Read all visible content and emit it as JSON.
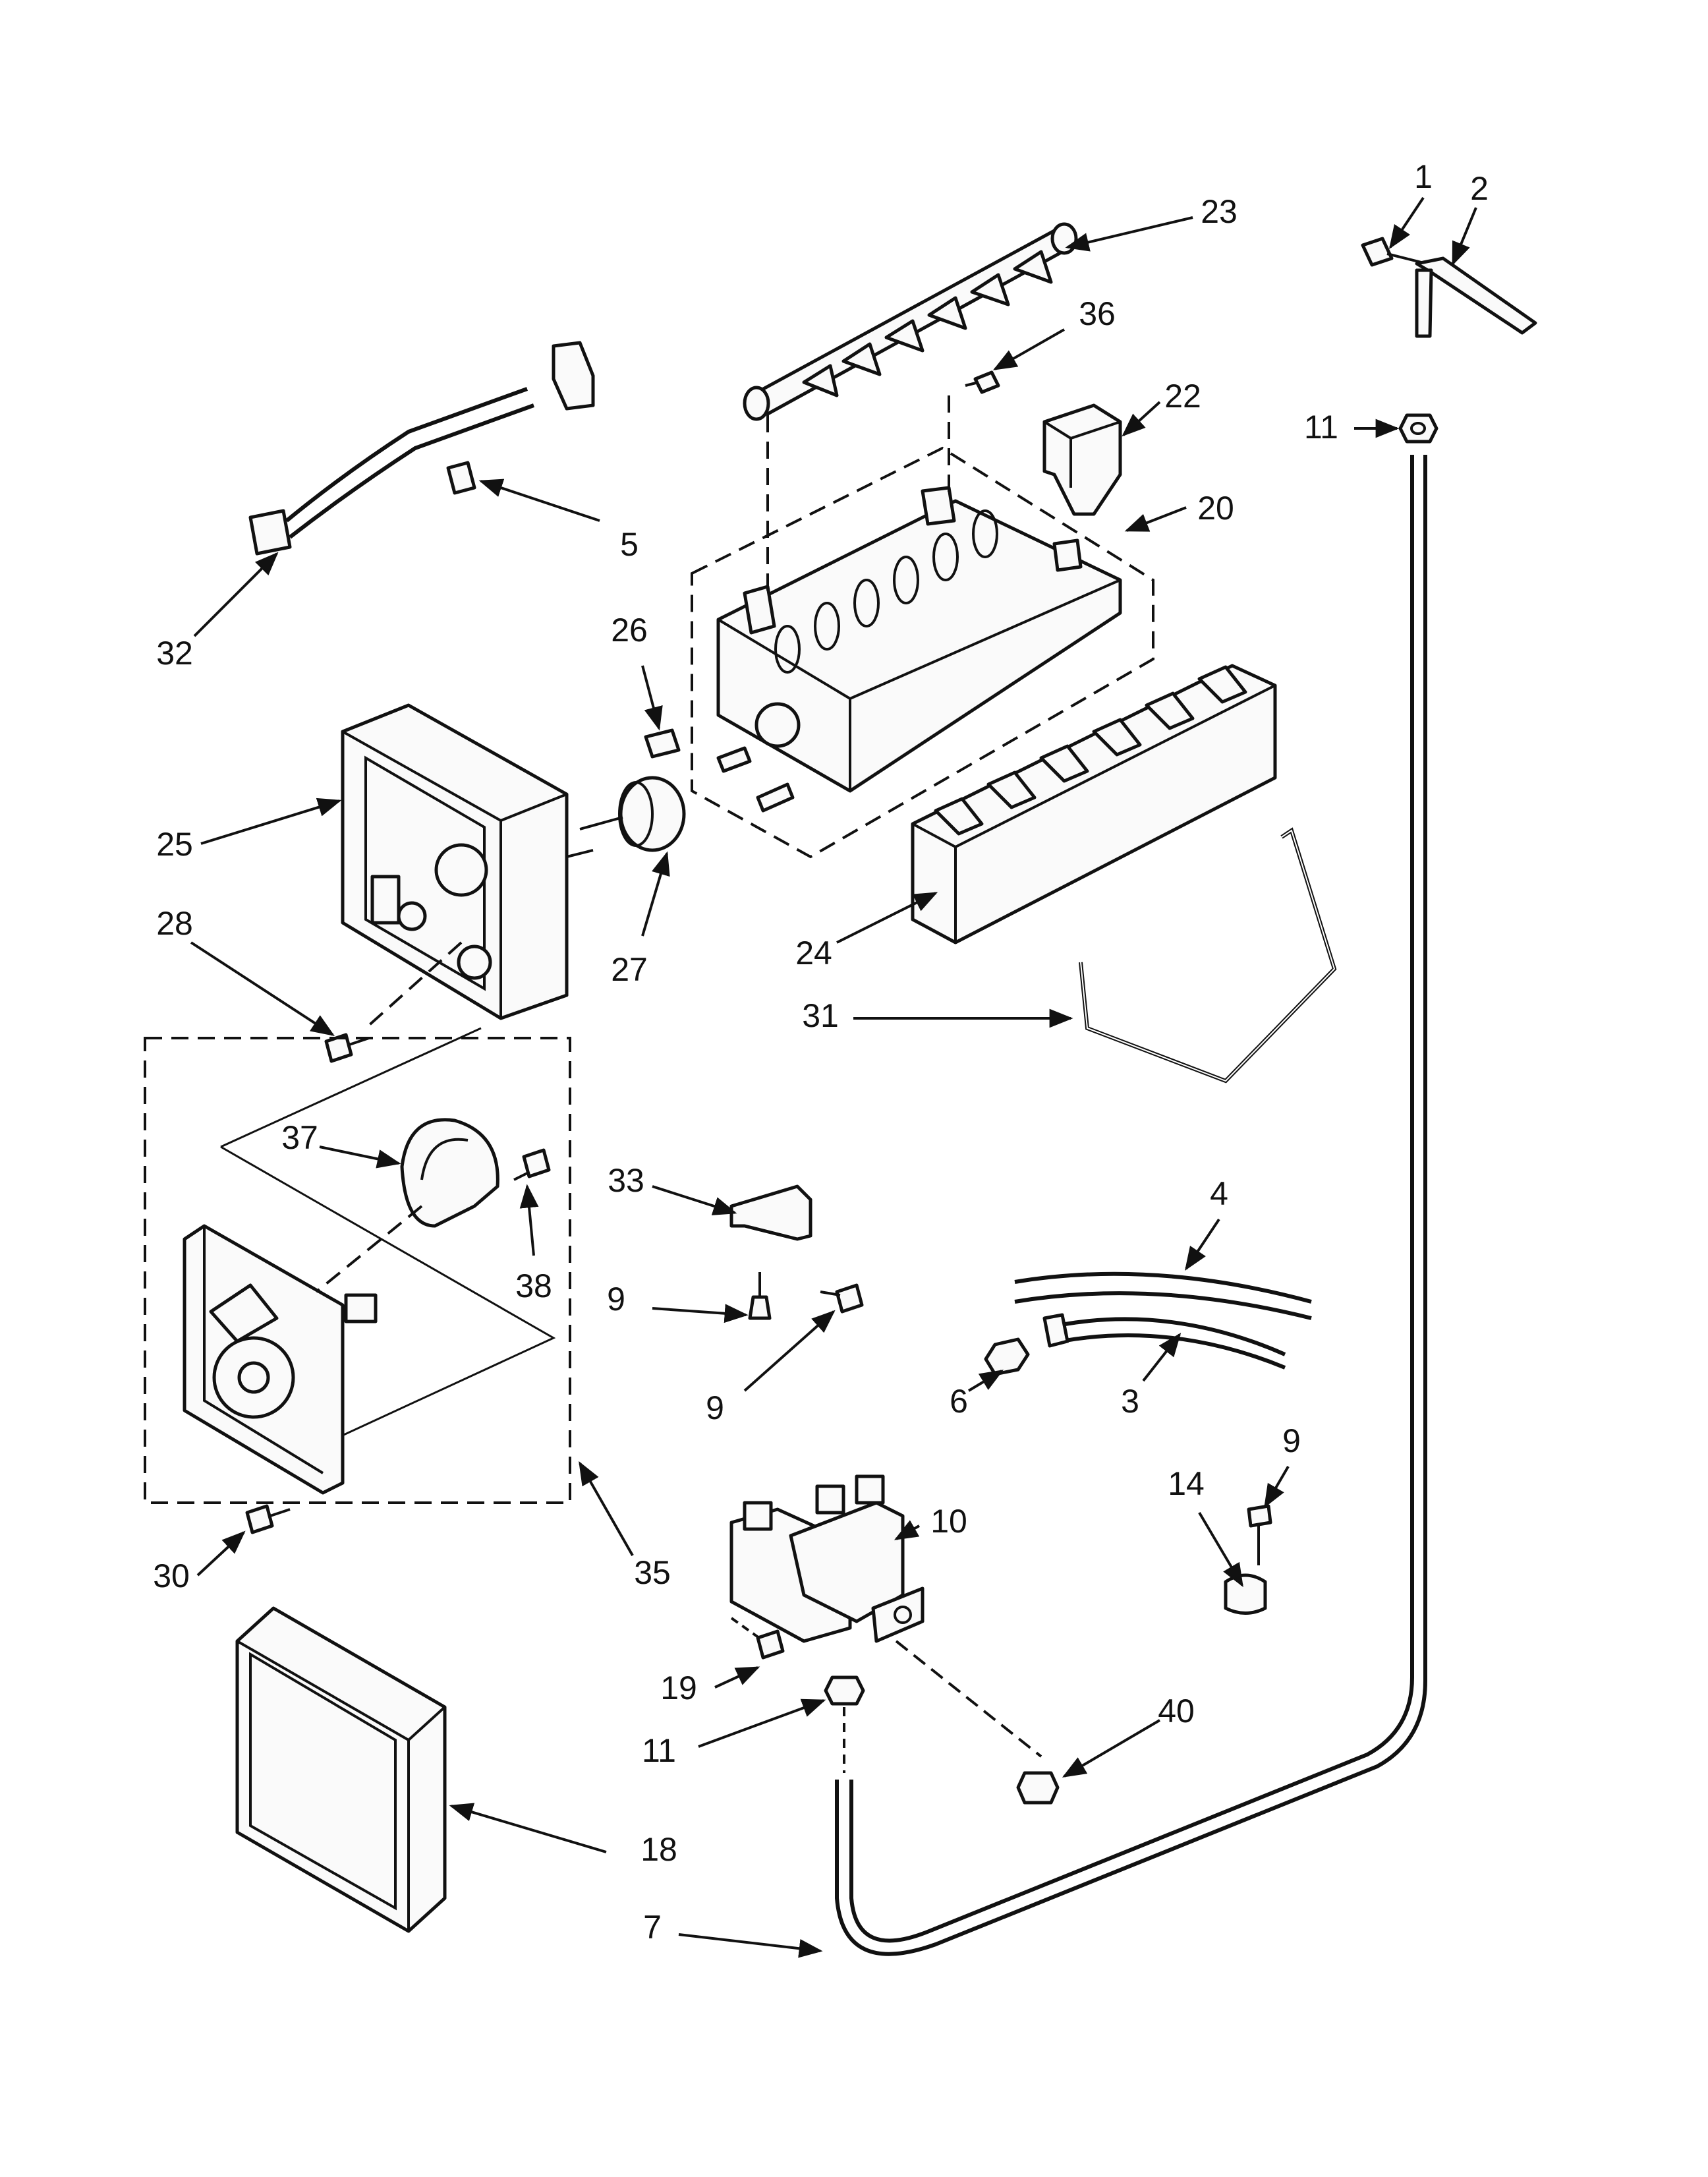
{
  "labels": {
    "p1": "1",
    "p2": "2",
    "p23": "23",
    "p36": "36",
    "p22": "22",
    "p11a": "11",
    "p20": "20",
    "p5": "5",
    "p32": "32",
    "p26": "26",
    "p25": "25",
    "p28": "28",
    "p27": "27",
    "p24": "24",
    "p31": "31",
    "p37": "37",
    "p33": "33",
    "p38": "38",
    "p4": "4",
    "p9a": "9",
    "p9b": "9",
    "p6": "6",
    "p3": "3",
    "p9c": "9",
    "p14": "14",
    "p10": "10",
    "p30": "30",
    "p35": "35",
    "p19": "19",
    "p11b": "11",
    "p40": "40",
    "p18": "18",
    "p7": "7"
  }
}
